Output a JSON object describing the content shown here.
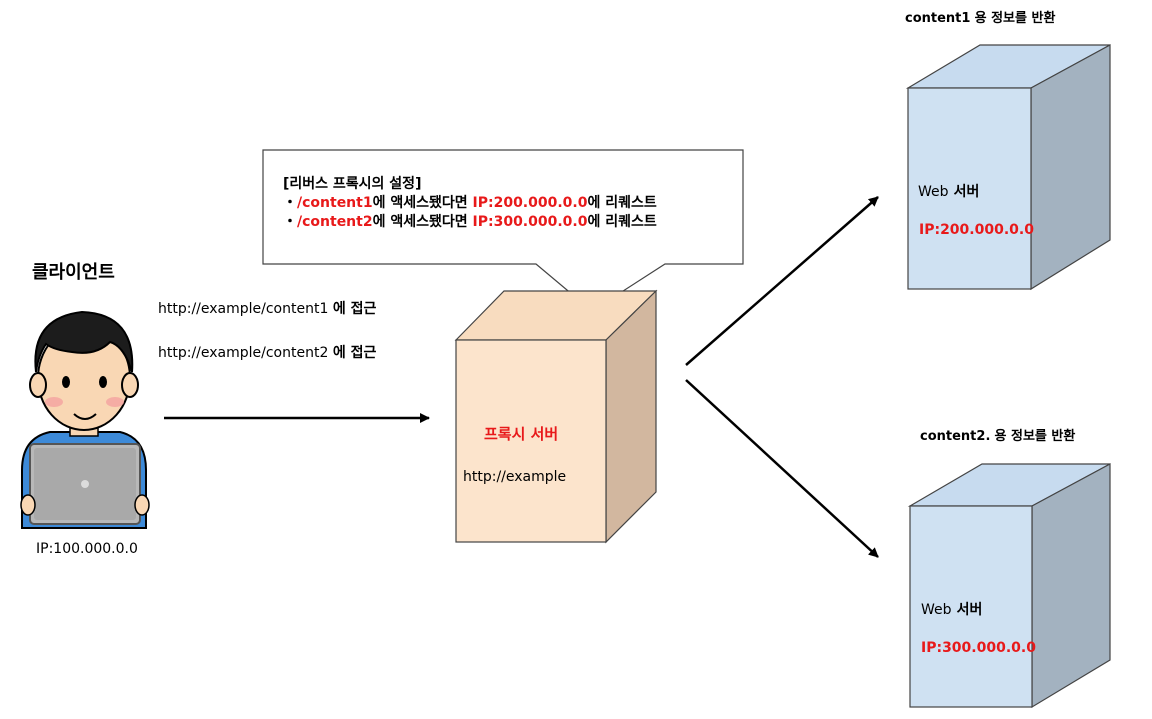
{
  "client": {
    "title": "클라이언트",
    "ip": "IP:100.000.0.0",
    "requests": [
      {
        "url": "http://example/content1",
        "suffix": "에 접근"
      },
      {
        "url": "http://example/content2",
        "suffix": "에 접근"
      }
    ]
  },
  "callout": {
    "heading": "[리버스 프록시의 설정]",
    "rules": [
      {
        "bullet": "・",
        "path": "/content1",
        "mid": "에 액세스됐다면 ",
        "ip": "IP:200.000.0.0",
        "tail": "에 리퀘스트"
      },
      {
        "bullet": "・",
        "path": "/content2",
        "mid": "에 액세스됐다면 ",
        "ip": "IP:300.000.0.0",
        "tail": "에 리퀘스트"
      }
    ]
  },
  "proxy": {
    "title": "프록시 서버",
    "url": "http://example"
  },
  "servers": [
    {
      "caption_key": "content1",
      "caption_rest": "용 정보를 반환",
      "web": "Web",
      "label": "서버",
      "ip": "IP:200.000.0.0"
    },
    {
      "caption_key": "content2.",
      "caption_rest": "용 정보를 반환",
      "web": "Web",
      "label": "서버",
      "ip": "IP:300.000.0.0"
    }
  ],
  "colors": {
    "accent_red": "#e8191a",
    "proxy_front": "#fce4cc",
    "proxy_top": "#f8dcbf",
    "proxy_side": "#d2b79f",
    "server_front": "#cfe1f2",
    "server_top": "#c7dbef",
    "server_side": "#a3b2c0"
  }
}
